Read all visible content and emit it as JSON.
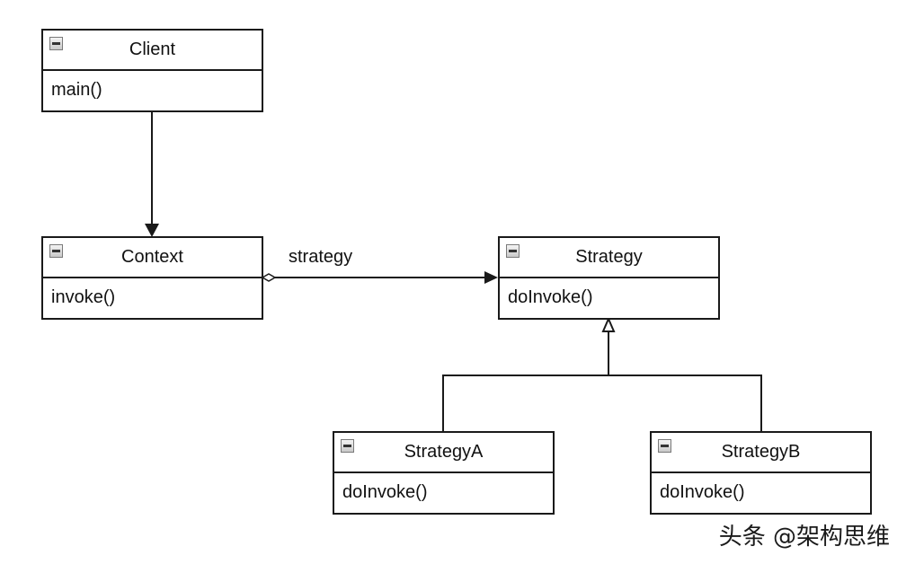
{
  "classes": {
    "client": {
      "name": "Client",
      "method": "main()"
    },
    "context": {
      "name": "Context",
      "method": "invoke()"
    },
    "strategy": {
      "name": "Strategy",
      "method": "doInvoke()"
    },
    "strategy_a": {
      "name": "StrategyA",
      "method": "doInvoke()"
    },
    "strategy_b": {
      "name": "StrategyB",
      "method": "doInvoke()"
    }
  },
  "relations": {
    "context_strategy_label": "strategy"
  },
  "watermark": "头条 @架构思维",
  "colors": {
    "line": "#1a1a1a",
    "background": "#ffffff"
  },
  "icons": {
    "class_header": "collapse-icon"
  }
}
